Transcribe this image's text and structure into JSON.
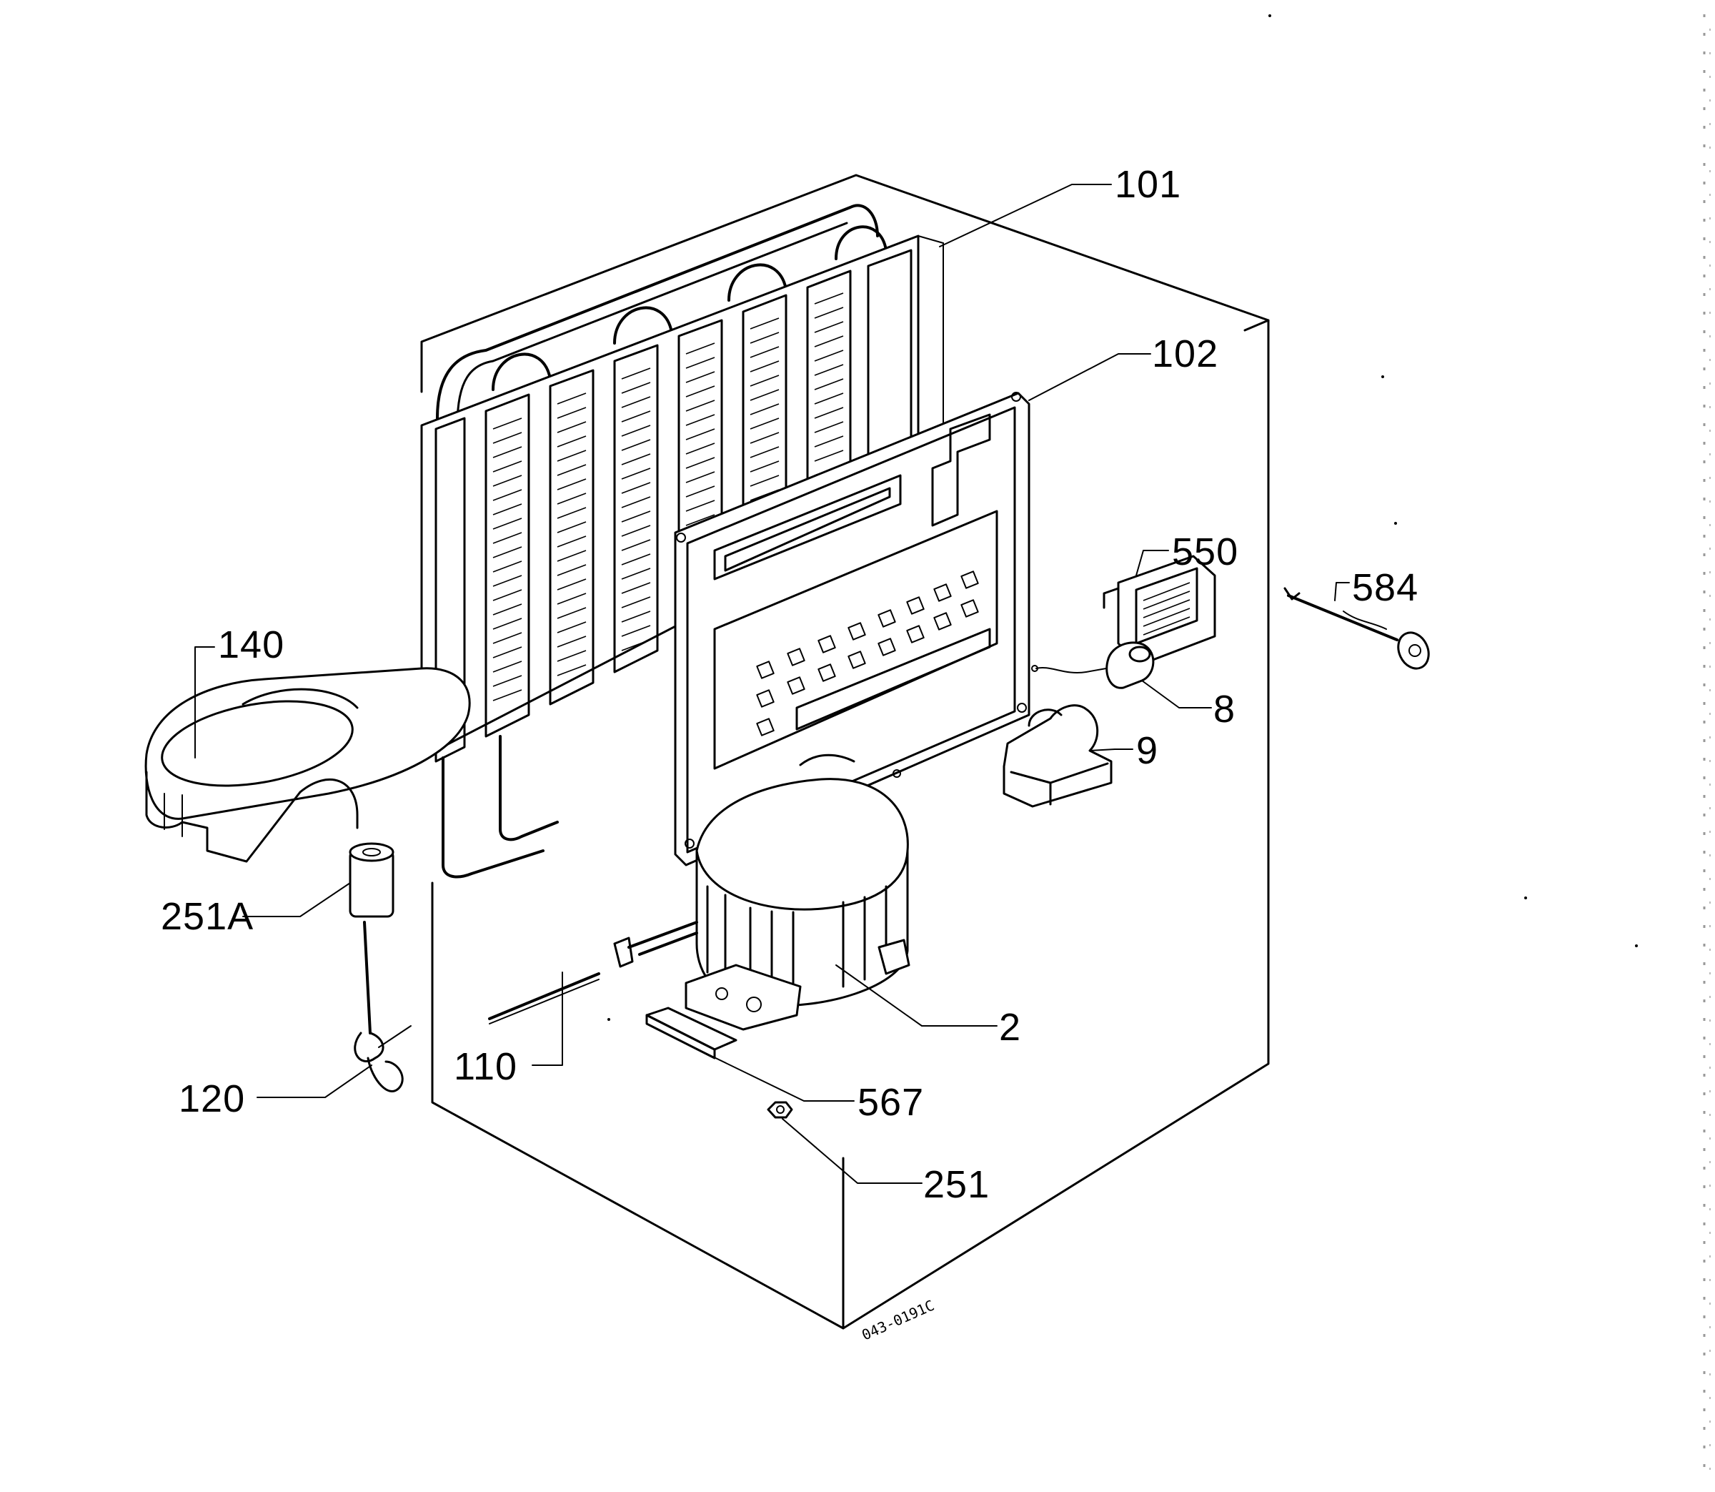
{
  "callouts": {
    "c101": "101",
    "c102": "102",
    "c550": "550",
    "c584": "584",
    "c140": "140",
    "c8": "8",
    "c9": "9",
    "c251A": "251A",
    "c2": "2",
    "c110": "110",
    "c120": "120",
    "c567": "567",
    "c251": "251"
  },
  "drawing_code": "043-0191C"
}
